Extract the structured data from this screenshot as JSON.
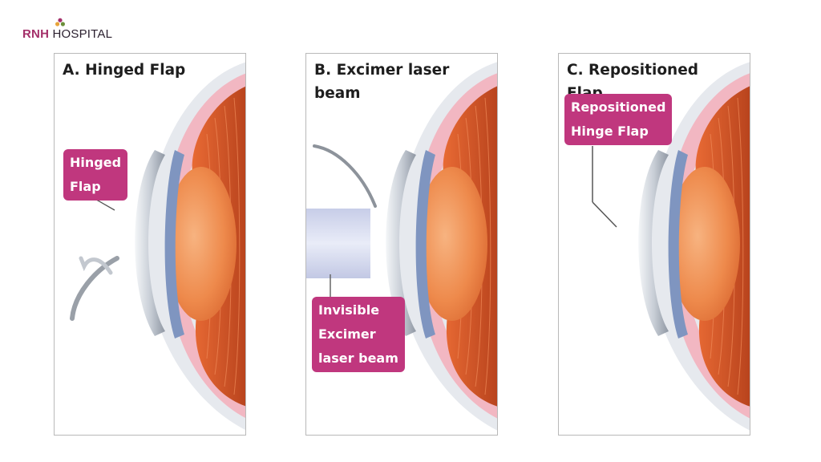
{
  "logo": {
    "brand": "RNH",
    "suffix": "HOSPITAL",
    "brand_color": "#a4306a"
  },
  "colors": {
    "tag_background": "#c0377e",
    "tag_text": "#ffffff",
    "muscle": "#d2582a",
    "lens": "#ee8a4c",
    "cornea": "#d7dce3",
    "iris": "#7f95c0",
    "pink_tissue": "#f2b7c2"
  },
  "panels": [
    {
      "id": "a",
      "title": "A. Hinged Flap",
      "label": "Hinged\nFlap",
      "icons": [
        "eye-cross-section-icon",
        "curved-arrow-icon"
      ]
    },
    {
      "id": "b",
      "title": "B. Excimer laser beam",
      "label": "Invisible\nExcimer\nlaser beam",
      "icons": [
        "eye-cross-section-icon",
        "laser-beam-icon"
      ]
    },
    {
      "id": "c",
      "title": "C. Repositioned Flap",
      "label": "Repositioned\nHinge Flap",
      "icons": [
        "eye-cross-section-icon"
      ]
    }
  ]
}
